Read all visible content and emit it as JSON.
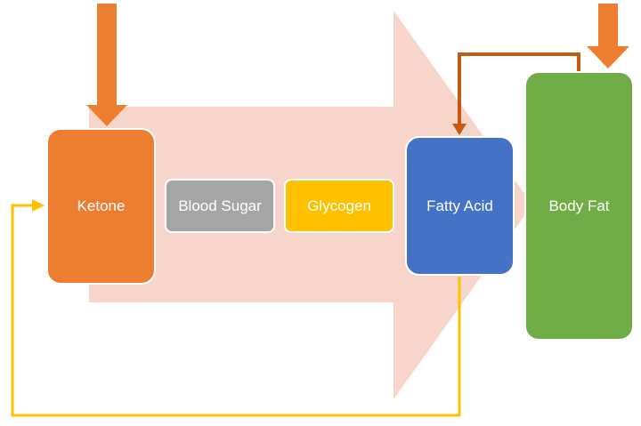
{
  "nodes": [
    {
      "id": "ketone",
      "label": "Ketone",
      "color": "#ED7D31"
    },
    {
      "id": "blood-sugar",
      "label": "Blood Sugar",
      "color": "#A5A5A5"
    },
    {
      "id": "glycogen",
      "label": "Glycogen",
      "color": "#FFC000"
    },
    {
      "id": "fatty-acid",
      "label": "Fatty Acid",
      "color": "#4472C4"
    },
    {
      "id": "body-fat",
      "label": "Body Fat",
      "color": "#70AD47"
    }
  ],
  "colors": {
    "background_arrow": "#F8D5CB",
    "input_arrow": "#ED7D31",
    "fat_to_acid_connector": "#C55A11",
    "acid_to_ketone_connector": "#FFC000"
  }
}
